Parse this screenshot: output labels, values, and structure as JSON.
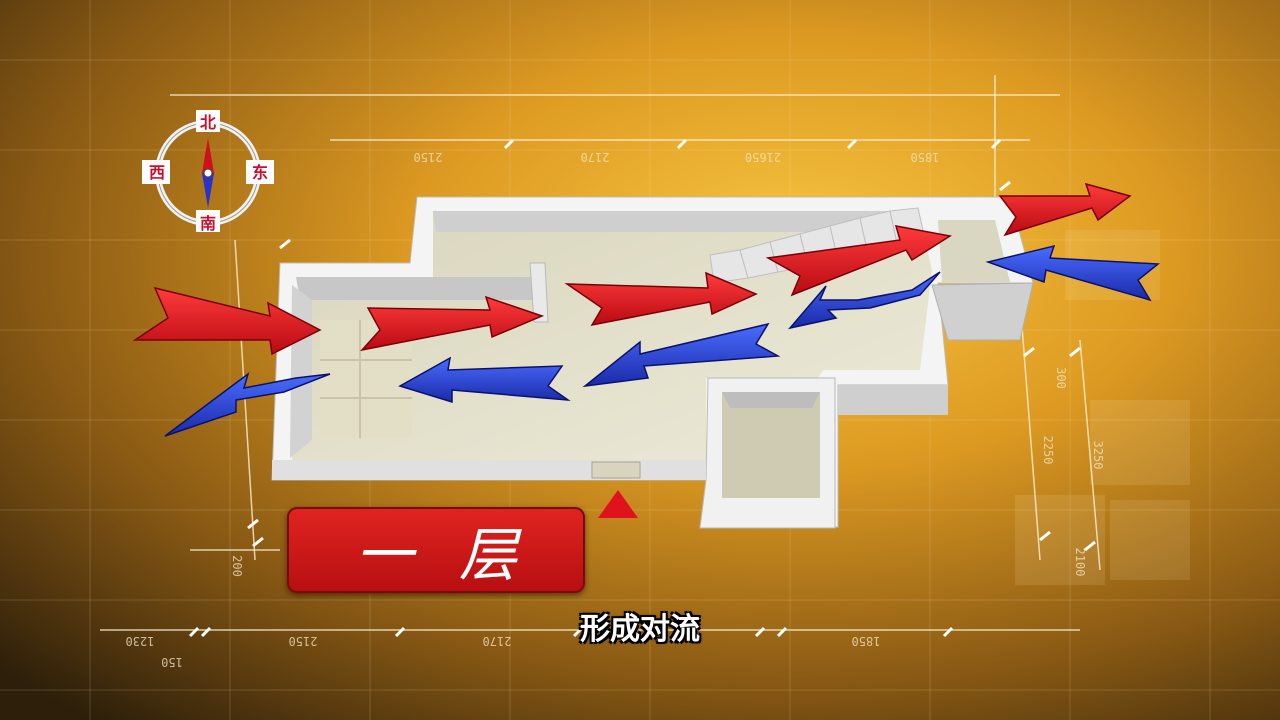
{
  "compass": {
    "north": "北",
    "south": "南",
    "east": "东",
    "west": "西"
  },
  "floor_label": "一层",
  "subtitle": "形成对流",
  "dimensions": {
    "top_row": [
      "2150",
      "2170",
      "21650",
      "1850"
    ],
    "bottom_row": [
      "1230",
      "2150",
      "2170",
      "1850"
    ],
    "bottom_small": "150",
    "left_vertical": "200",
    "right_vertical": [
      "300",
      "2250",
      "3250",
      "2100"
    ]
  },
  "colors": {
    "warm_air": "#e0121b",
    "cool_air": "#2c3fd6",
    "badge": "#d81e1a",
    "background": "#c8861a"
  },
  "icons": {
    "compass": "compass-icon",
    "entrance": "triangle-marker-icon"
  }
}
